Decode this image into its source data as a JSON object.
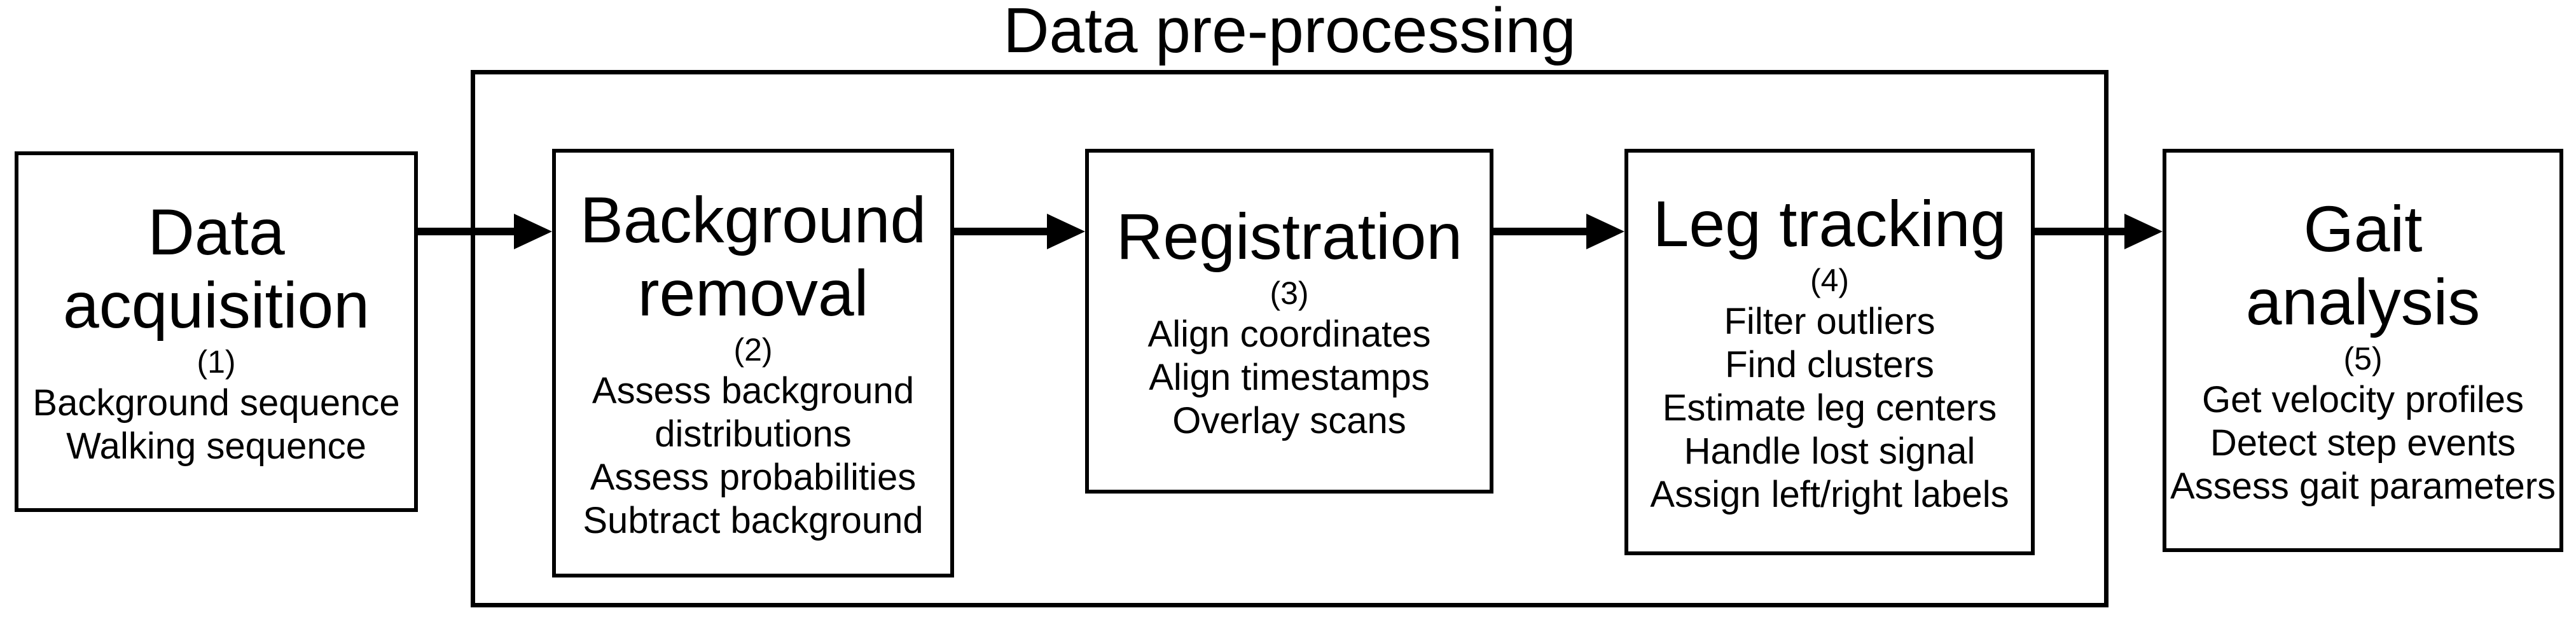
{
  "title": "Data pre-processing",
  "colors": {
    "foreground": "#000000",
    "background": "#ffffff"
  },
  "boxes": [
    {
      "heading_lines": [
        "Data",
        "acquisition"
      ],
      "step_number": "(1)",
      "items": [
        "Background sequence",
        "Walking sequence"
      ]
    },
    {
      "heading_lines": [
        "Background",
        "removal"
      ],
      "step_number": "(2)",
      "items": [
        "Assess background",
        "distributions",
        "Assess probabilities",
        "Subtract background"
      ]
    },
    {
      "heading_lines": [
        "Registration"
      ],
      "step_number": "(3)",
      "items": [
        "Align coordinates",
        "Align timestamps",
        "Overlay scans"
      ]
    },
    {
      "heading_lines": [
        "Leg tracking"
      ],
      "step_number": "(4)",
      "items": [
        "Filter outliers",
        "Find clusters",
        "Estimate leg centers",
        "Handle lost signal",
        "Assign left/right labels"
      ]
    },
    {
      "heading_lines": [
        "Gait",
        "analysis"
      ],
      "step_number": "(5)",
      "items": [
        "Get velocity profiles",
        "Detect step events",
        "Assess gait parameters"
      ]
    }
  ]
}
